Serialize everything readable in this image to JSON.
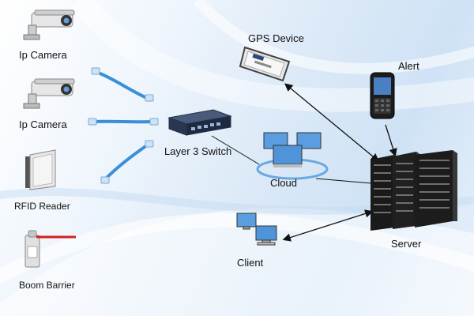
{
  "nodes": {
    "ip_camera_1": "Ip Camera",
    "ip_camera_2": "Ip Camera",
    "rfid_reader": "RFID Reader",
    "boom_barrier": "Boom Barrier",
    "layer3_switch": "Layer 3 Switch",
    "gps_device": "GPS Device",
    "alert": "Alert",
    "cloud": "Cloud",
    "server": "Server",
    "client": "Client"
  },
  "icons": {
    "ip_camera": "cctv-camera-icon",
    "rfid_reader": "rfid-reader-icon",
    "boom_barrier": "boom-barrier-icon",
    "switch": "network-switch-icon",
    "gps": "gps-device-icon",
    "alert": "smartphone-icon",
    "cloud": "computer-cluster-icon",
    "server": "server-rack-icon",
    "client": "client-computers-icon",
    "cable": "ethernet-cable-icon"
  },
  "colors": {
    "cable_blue": "#3a8fd6",
    "arrow": "#111111",
    "barrier_red": "#d32020"
  }
}
